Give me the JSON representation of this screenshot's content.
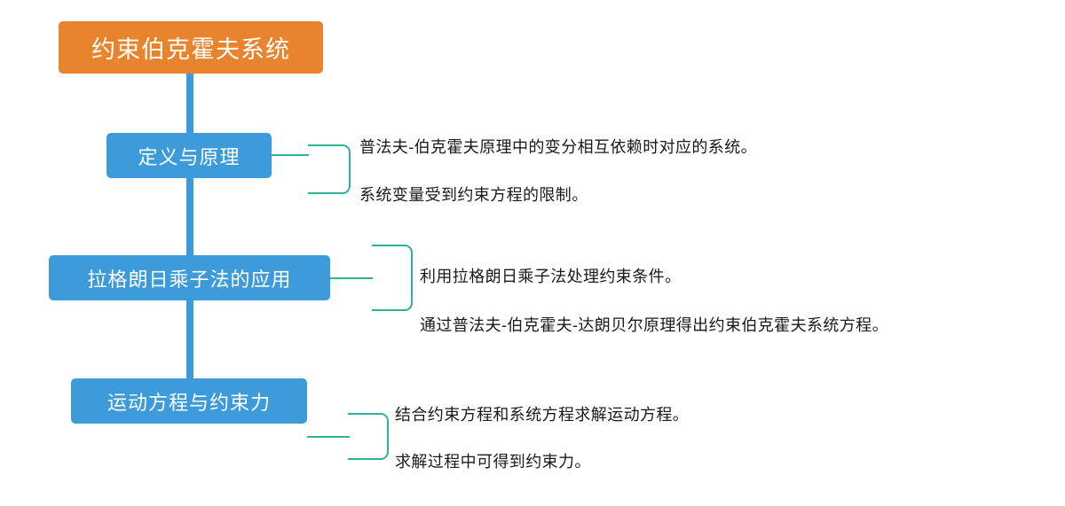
{
  "colors": {
    "root_fill": "#e8832e",
    "branch_fill": "#3d9bd9",
    "trunk": "#3d9bd9",
    "connector": "#2eb39a",
    "leaf_text": "#1a1a1a",
    "background": "#ffffff"
  },
  "mindmap": {
    "root": {
      "label": "约束伯克霍夫系统"
    },
    "branches": [
      {
        "label": "定义与原理",
        "leaves": [
          "普法夫-伯克霍夫原理中的变分相互依赖时对应的系统。",
          "系统变量受到约束方程的限制。"
        ]
      },
      {
        "label": "拉格朗日乘子法的应用",
        "leaves": [
          "利用拉格朗日乘子法处理约束条件。",
          "通过普法夫-伯克霍夫-达朗贝尔原理得出约束伯克霍夫系统方程。"
        ]
      },
      {
        "label": "运动方程与约束力",
        "leaves": [
          "结合约束方程和系统方程求解运动方程。",
          "求解过程中可得到约束力。"
        ]
      }
    ]
  }
}
